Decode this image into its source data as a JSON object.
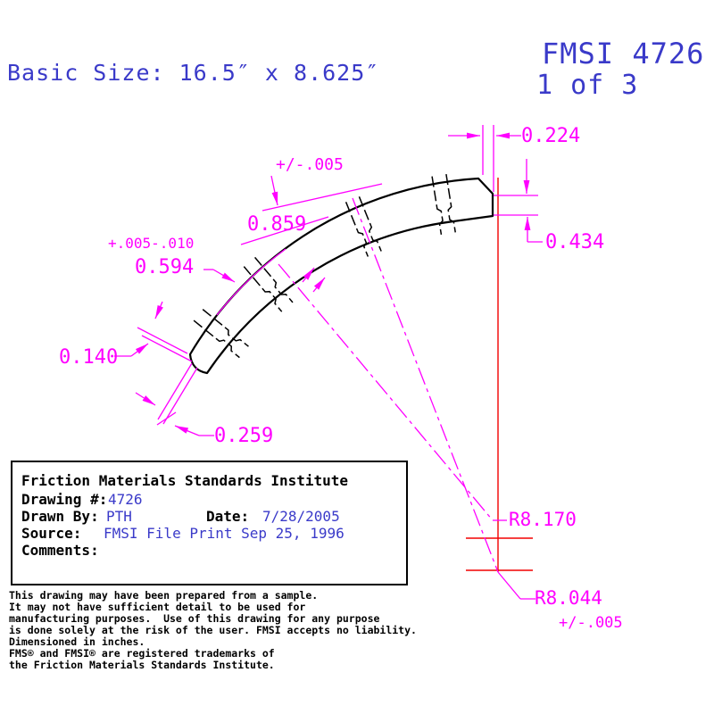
{
  "colors": {
    "dimension_lines": "#ff00ff",
    "reference_lines": "#f20000",
    "annotation_text": "#3a3ac9",
    "outline": "#000000"
  },
  "header": {
    "basic_size": "Basic Size: 16.5″ x 8.625″",
    "fmsi_number": "FMSI 4726",
    "sheet": "1 of 3"
  },
  "dimensions": {
    "d0224": "0.224",
    "d0434": "0.434",
    "tol_top": "+/-.005",
    "d0859": "0.859",
    "tol_mid": "+.005-.010",
    "d0594": "0.594",
    "d0140": "0.140",
    "d0259": "0.259",
    "r_outer": "R8.170",
    "r_inner": "R8.044",
    "tol_radius": "+/-.005"
  },
  "title_block": {
    "institute": "Friction Materials Standards Institute",
    "drawing_label": "Drawing #:",
    "drawing_value": "4726",
    "drawn_label": "Drawn By:",
    "drawn_value": "PTH",
    "date_label": "Date:",
    "date_value": "7/28/2005",
    "source_label": "Source:",
    "source_value": "FMSI File Print Sep 25, 1996",
    "comments_label": "Comments:"
  },
  "disclaimer": {
    "lines": [
      "This drawing may have been prepared from a sample.",
      "It may not have sufficient detail to be used for",
      "manufacturing purposes.  Use of this drawing for any purpose",
      "is done solely at the risk of the user. FMSI accepts no liability.",
      "Dimensioned in inches.",
      "FMS® and FMSI® are registered trademarks of",
      "the Friction Materials Standards Institute."
    ]
  }
}
